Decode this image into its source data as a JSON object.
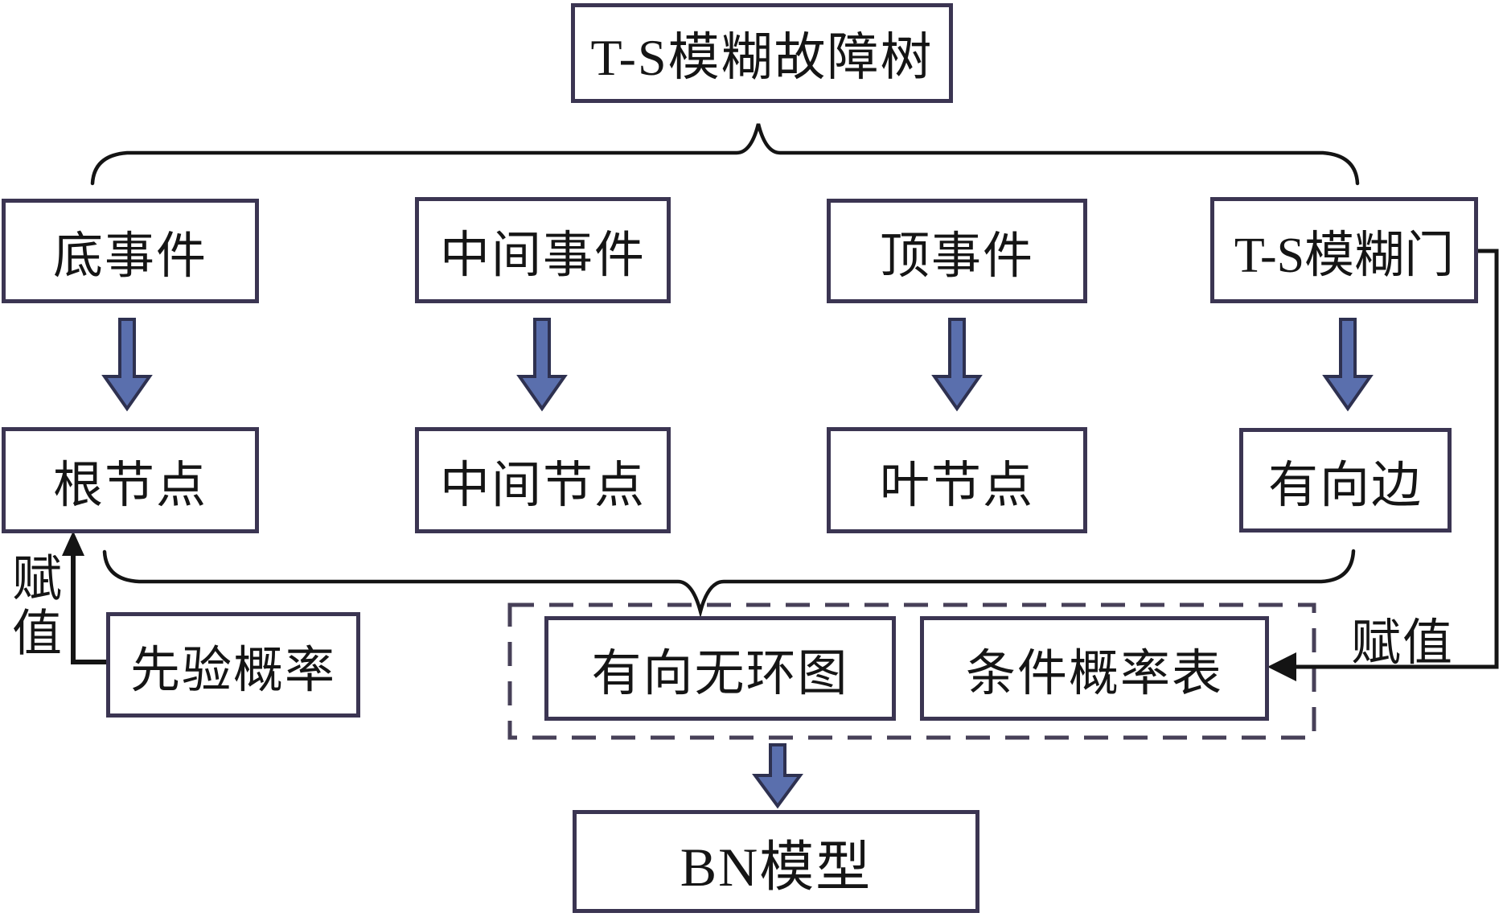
{
  "diagram": {
    "title_box": "T-S模糊故障树",
    "columns": [
      {
        "event": "底事件",
        "node": "根节点"
      },
      {
        "event": "中间事件",
        "node": "中间节点"
      },
      {
        "event": "顶事件",
        "node": "叶节点"
      },
      {
        "event": "T-S模糊门",
        "node": "有向边"
      }
    ],
    "prior_box": "先验概率",
    "dag_box": "有向无环图",
    "cpt_box": "条件概率表",
    "bn_box": "BN模型",
    "left_assign_label": "赋值",
    "right_assign_label": "赋值",
    "colors": {
      "box_border": "#3b3552",
      "arrow_fill": "#5a6fad",
      "arrow_stroke": "#2e3150",
      "line": "#141414",
      "dashed_border": "#474058"
    }
  }
}
